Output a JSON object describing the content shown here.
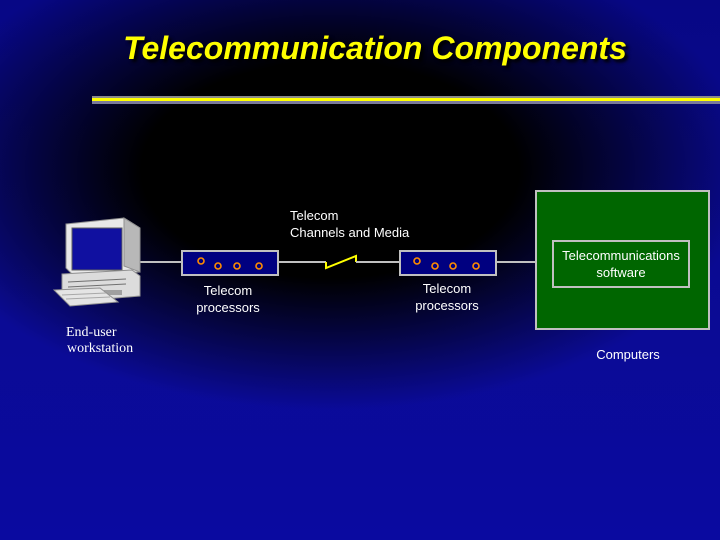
{
  "slide": {
    "title": "Telecommunication Components"
  },
  "diagram": {
    "channels_label_line1": "Telecom",
    "channels_label_line2": "Channels and Media",
    "processor_left_line1": "Telecom",
    "processor_left_line2": "processors",
    "processor_right_line1": "Telecom",
    "processor_right_line2": "processors",
    "software_line1": "Telecommunications",
    "software_line2": "software",
    "computers_label": "Computers",
    "workstation_line1": "End-user",
    "workstation_line2": "workstation"
  },
  "colors": {
    "background": "#0a0a8a",
    "title": "#ffff00",
    "processor_box": "#000080",
    "computer_box": "#006600",
    "port": "#ff8c00"
  },
  "icons": {
    "workstation": "desktop-computer-icon",
    "channel": "lightning-link-icon"
  }
}
